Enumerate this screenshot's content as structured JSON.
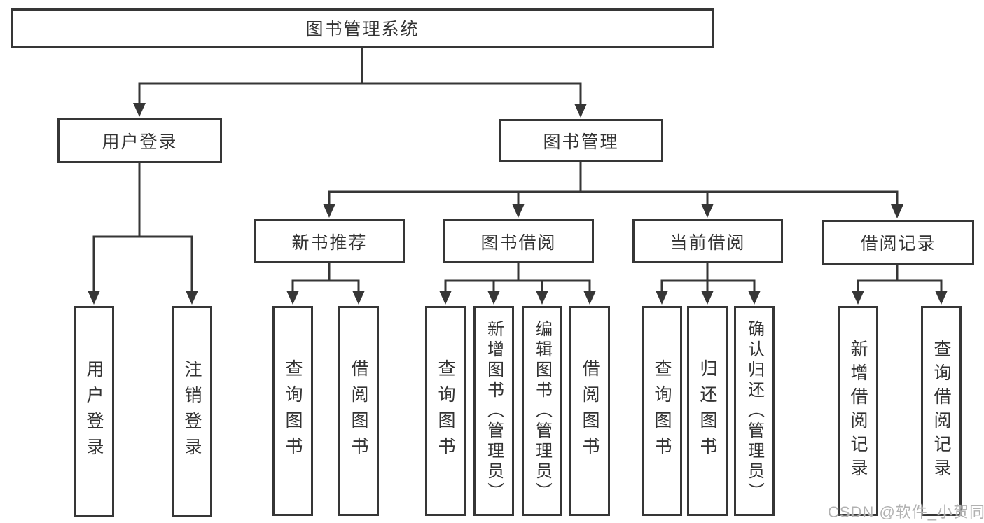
{
  "diagram_title": "图书管理系统",
  "tree": {
    "root": {
      "label": "图书管理系统",
      "children": [
        {
          "label": "用户登录",
          "children": [
            {
              "label": "用户登录"
            },
            {
              "label": "注销登录"
            }
          ]
        },
        {
          "label": "图书管理",
          "children": [
            {
              "label": "新书推荐",
              "children": [
                {
                  "label": "查询图书"
                },
                {
                  "label": "借阅图书"
                }
              ]
            },
            {
              "label": "图书借阅",
              "children": [
                {
                  "label": "查询图书"
                },
                {
                  "label": "新增图书（管理员）"
                },
                {
                  "label": "编辑图书（管理员）"
                },
                {
                  "label": "借阅图书"
                }
              ]
            },
            {
              "label": "当前借阅",
              "children": [
                {
                  "label": "查询图书"
                },
                {
                  "label": "归还图书"
                },
                {
                  "label": "确认归还（管理员）"
                }
              ]
            },
            {
              "label": "借阅记录",
              "children": [
                {
                  "label": "新增借阅记录"
                },
                {
                  "label": "查询借阅记录"
                }
              ]
            }
          ]
        }
      ]
    }
  },
  "watermark": {
    "text": "CSDN @软件_小贺同学"
  },
  "colors": {
    "line": "#363636",
    "text": "#333333",
    "box_background": "#ffffff",
    "watermark": "#b1b1b1",
    "page_background": "#ffffff"
  }
}
